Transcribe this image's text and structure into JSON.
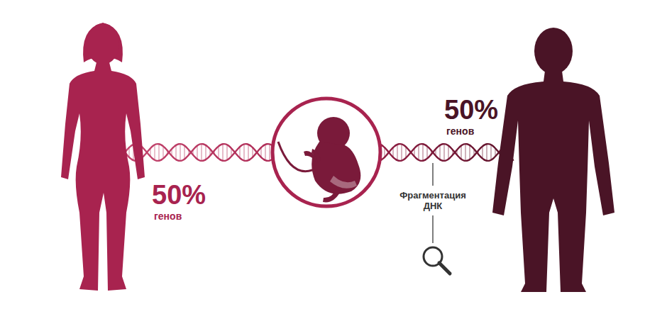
{
  "diagram": {
    "labels": [
      "50%",
      "генов",
      "50%",
      "генов",
      "Фрагментация ДНК"
    ]
  }
}
